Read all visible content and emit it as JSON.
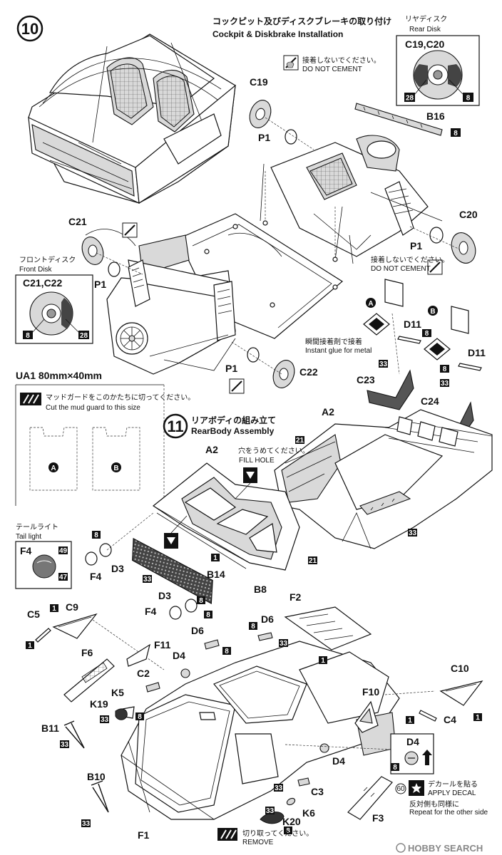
{
  "step10": {
    "number": "10",
    "title_jp": "コックピット及びディスクブレーキの取り付け",
    "title_en": "Cockpit & Diskbrake Installation"
  },
  "step11": {
    "number": "11",
    "title_jp": "リアボディの組み立て",
    "title_en": "RearBody Assembly"
  },
  "rear_disk": {
    "title_jp": "リヤディスク",
    "title_en": "Rear Disk",
    "parts": "C19,C20",
    "colors": [
      "28",
      "8"
    ]
  },
  "front_disk": {
    "title_jp": "フロントディスク",
    "title_en": "Front Disk",
    "parts": "C21,C22",
    "colors": [
      "8",
      "28"
    ]
  },
  "notes": {
    "no_cement_jp": "接着しないでください。",
    "no_cement_en": "DO NOT CEMENT",
    "instant_glue_jp": "瞬間接着剤で接着",
    "instant_glue_en": "Instant glue for metal",
    "fill_hole_jp": "穴をうめてください。",
    "fill_hole_en": "FILL HOLE",
    "remove_jp": "切り取ってください。",
    "remove_en": "REMOVE",
    "apply_decal_jp": "デカールを貼る",
    "apply_decal_en": "APPLY DECAL",
    "repeat_jp": "反対側も同様に",
    "repeat_en": "Repeat for the other side"
  },
  "mudguard": {
    "code": "UA1  80mm×40mm",
    "text_jp": "マッドガードをこのかたちに切ってください。",
    "text_en": "Cut the mud guard to this size",
    "a": "A",
    "b": "B"
  },
  "tail_light": {
    "title_jp": "テールライト",
    "title_en": "Tail light",
    "part": "F4",
    "colors": [
      "49",
      "47"
    ]
  },
  "d4_box": {
    "part": "D4",
    "color": "8"
  },
  "decal_no": "60",
  "labels": {
    "c19": "C19",
    "p1a": "P1",
    "b16": "B16",
    "c20": "C20",
    "p1b": "P1",
    "c21": "C21",
    "p1c": "P1",
    "p1d": "P1",
    "c22": "C22",
    "d11a": "D11",
    "d11b": "D11",
    "c23": "C23",
    "c24": "C24",
    "a2a": "A2",
    "a2b": "A2",
    "f4a": "F4",
    "d3a": "D3",
    "b14": "B14",
    "b8": "B8",
    "d3b": "D3",
    "f4b": "F4",
    "c5": "C5",
    "c9": "C9",
    "f2": "F2",
    "d6a": "D6",
    "d6b": "D6",
    "f6": "F6",
    "f11": "F11",
    "d4a": "D4",
    "c2": "C2",
    "k5": "K5",
    "k19": "K19",
    "b11": "B11",
    "f10": "F10",
    "c10": "C10",
    "c4": "C4",
    "d4b": "D4",
    "b10": "B10",
    "c3": "C3",
    "k6": "K6",
    "k20": "K20",
    "f1": "F1",
    "f3": "F3"
  },
  "watermark": "HOBBY SEARCH"
}
